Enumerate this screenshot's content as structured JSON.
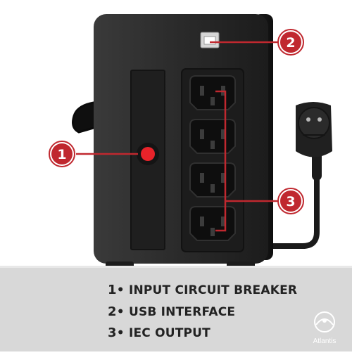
{
  "callouts": [
    {
      "number": "1",
      "color": "#c0282f"
    },
    {
      "number": "2",
      "color": "#c0282f"
    },
    {
      "number": "3",
      "color": "#c0282f"
    }
  ],
  "legend": [
    {
      "number": "1",
      "separator": "•",
      "text": "INPUT CIRCUIT BREAKER"
    },
    {
      "number": "2",
      "separator": "•",
      "text": "USB INTERFACE"
    },
    {
      "number": "3",
      "separator": "•",
      "text": "IEC OUTPUT"
    }
  ],
  "brand": {
    "name": "Atlantis"
  },
  "colors": {
    "accent": "#c0282f",
    "panel": "#d7d7d7",
    "device": "#262626"
  }
}
